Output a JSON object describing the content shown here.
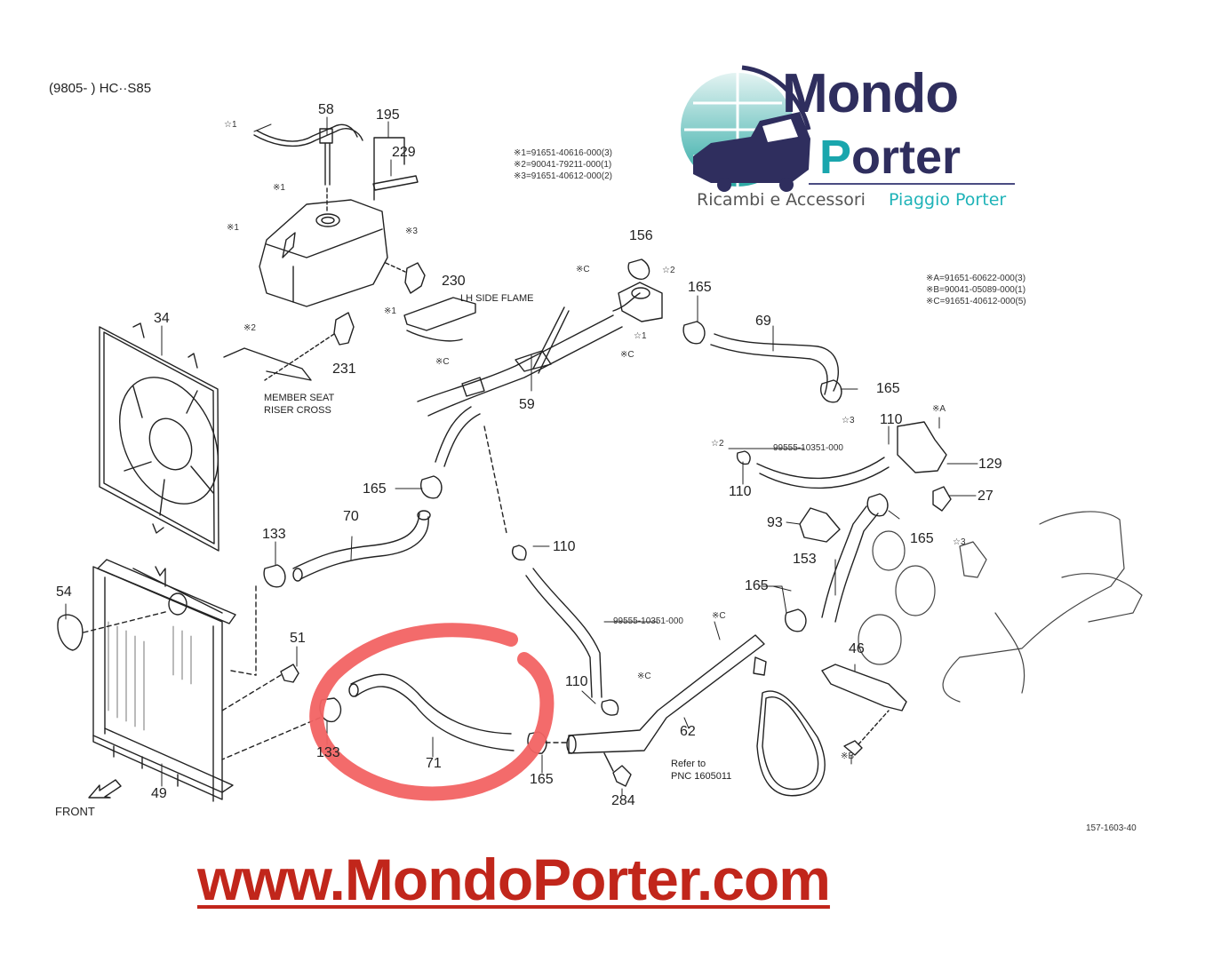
{
  "header": {
    "model_code": "(9805-        ) HC··S85"
  },
  "logo": {
    "line1": "Mondo",
    "line2_initial": "P",
    "line2_rest": "orter",
    "tagline_left": "Ricambi e Accessori",
    "tagline_right": "Piaggio Porter",
    "colors": {
      "navy": "#2f2e5e",
      "teal": "#1aa6ad",
      "gray": "#555555"
    }
  },
  "legend_top": [
    "※1=91651-40616-000(3)",
    "※2=90041-79211-000(1)",
    "※3=91651-40612-000(2)"
  ],
  "legend_right": [
    "※A=91651-60622-000(3)",
    "※B=90041-05089-000(1)",
    "※C=91651-40612-000(5)"
  ],
  "part_labels": {
    "p58": "58",
    "p195": "195",
    "p229": "229",
    "p230": "230",
    "p231": "231",
    "p34": "34",
    "p59": "59",
    "p156": "156",
    "p165_a": "165",
    "p69": "69",
    "p165_b": "165",
    "p110_a": "110",
    "p129": "129",
    "p27": "27",
    "p110_b": "110",
    "p93": "93",
    "p165_c": "165",
    "p153": "153",
    "p165_d": "165",
    "p165_e": "165",
    "p70": "70",
    "p133_a": "133",
    "p110_c": "110",
    "p54": "54",
    "p51": "51",
    "p133_b": "133",
    "p71": "71",
    "p165_f": "165",
    "p110_d": "110",
    "p62": "62",
    "p284": "284",
    "p46": "46",
    "p49": "49"
  },
  "annotations": {
    "star1_tank": "☆1",
    "star1_valve": "☆1",
    "star2_valve": "☆2",
    "star2_hose": "☆2",
    "star3_clamp": "☆3",
    "star3_engine": "☆3",
    "k1_tank_a": "※1",
    "k1_tank_b": "※1",
    "k3_bracket": "※3",
    "k1_bracket": "※1",
    "k2_member": "※2",
    "kC_pipe": "※C",
    "kC_valve": "※C",
    "kC_pipe2": "※C",
    "kA_housing": "※A",
    "kC_62a": "※C",
    "kC_62b": "※C",
    "kB_bolt": "※B",
    "hose_part_a": "99555-10351-000",
    "hose_part_b": "99555-10351-000",
    "lh_side": "LH SIDE FLAME",
    "member_seat_1": "MEMBER SEAT",
    "member_seat_2": "RISER CROSS",
    "refer_1": "Refer to",
    "refer_2": "PNC 1605011",
    "front": "FRONT",
    "drawing_no": "157-1603-40"
  },
  "highlight": {
    "part": "71",
    "color": "#f26363"
  },
  "footer": {
    "website": "www.MondoPorter.com",
    "color": "#c1261b"
  }
}
